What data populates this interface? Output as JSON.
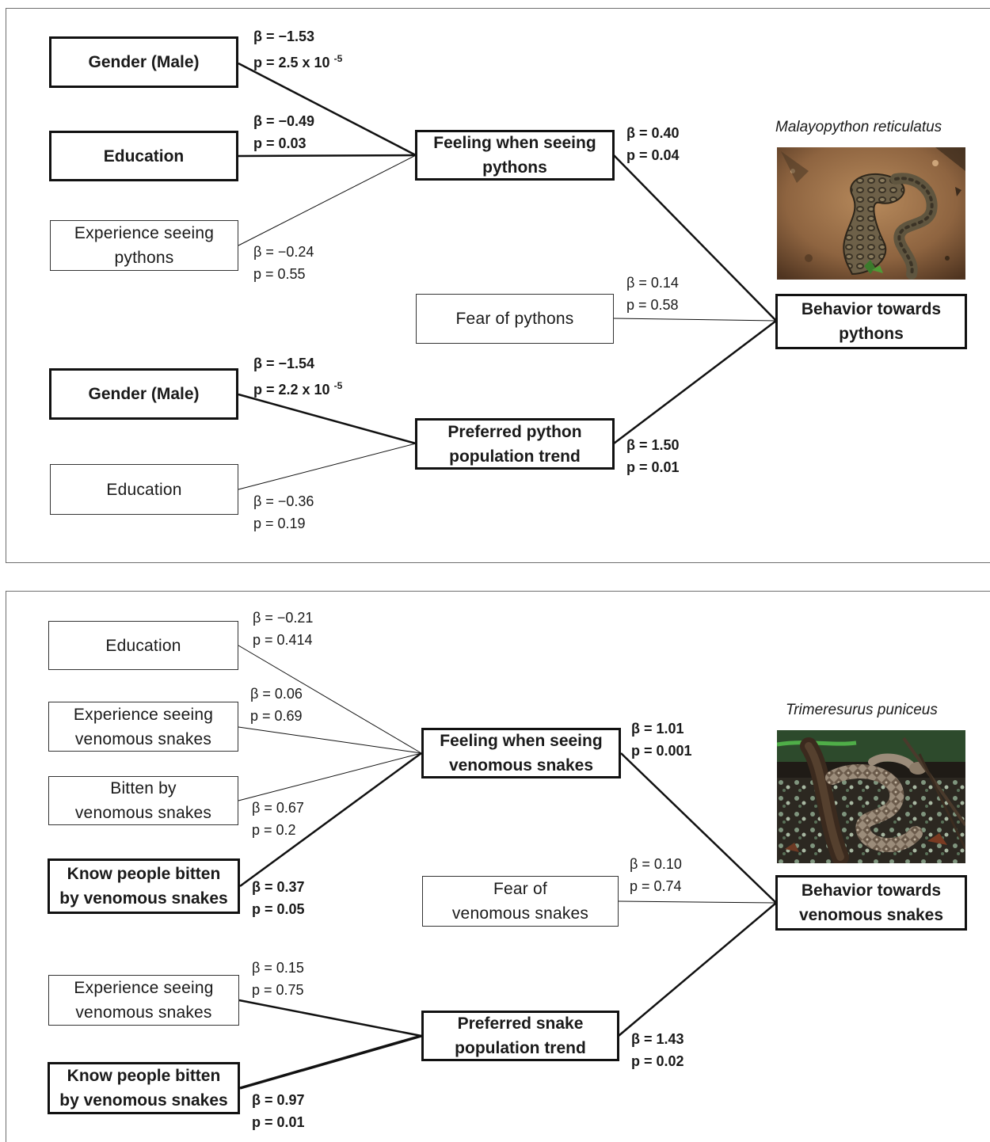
{
  "python_model": {
    "species": "Malayopython reticulatus",
    "boxes": {
      "gender1": "Gender (Male)",
      "education1": "Education",
      "experience": "Experience seeing\npythons",
      "feeling": "Feeling when seeing\npythons",
      "fear": "Fear of pythons",
      "behavior": "Behavior towards\npythons",
      "gender2": "Gender (Male)",
      "trend": "Preferred python\npopulation trend",
      "education2": "Education"
    },
    "stats": {
      "gender1_beta": "β = −1.53",
      "gender1_p_base": "p = 2.5 x 10",
      "gender1_p_exp": "-5",
      "education1": "β = −0.49\np = 0.03",
      "experience": "β = −0.24\np = 0.55",
      "feeling": "β = 0.40\np = 0.04",
      "fear": "β = 0.14\np = 0.58",
      "gender2_beta": "β = −1.54",
      "gender2_p_base": "p = 2.2 x 10",
      "gender2_p_exp": "-5",
      "trend": "β = 1.50\np = 0.01",
      "education2": "β = −0.36\np = 0.19"
    }
  },
  "venomous_model": {
    "species": "Trimeresurus puniceus",
    "boxes": {
      "education": "Education",
      "experience1": "Experience seeing\nvenomous snakes",
      "bitten": "Bitten by\nvenomous snakes",
      "know1": "Know people bitten\nby venomous snakes",
      "feeling": "Feeling when seeing\nvenomous snakes",
      "fear": "Fear of\nvenomous snakes",
      "behavior": "Behavior towards\nvenomous snakes",
      "experience2": "Experience seeing\nvenomous snakes",
      "trend": "Preferred snake\npopulation trend",
      "know2": "Know people bitten\nby venomous snakes"
    },
    "stats": {
      "education": "β = −0.21\np = 0.414",
      "experience1": "β = 0.06\np = 0.69",
      "bitten": "β = 0.67\np = 0.2",
      "know1": "β = 0.37\np = 0.05",
      "feeling": "β = 1.01\np = 0.001",
      "fear": "β = 0.10\np = 0.74",
      "experience2": "β = 0.15\np = 0.75",
      "trend": "β = 1.43\np = 0.02",
      "know2": "β = 0.97\np = 0.01"
    }
  }
}
